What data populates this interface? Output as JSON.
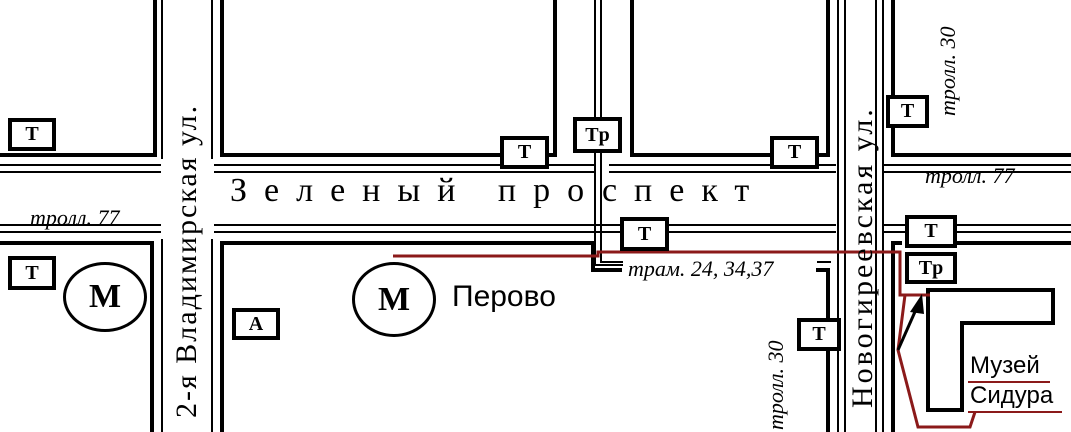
{
  "streets": {
    "prospekt": "Зеленый проспект",
    "vladimirskaya": "2-я Владимирская ул.",
    "novogireevskaya": "Новогиреевская ул."
  },
  "routes": {
    "troll77_left": "тролл. 77",
    "troll77_right": "тролл. 77",
    "troll30_top": "тролл. 30",
    "troll30_bottom": "тролл. 30",
    "tram": "трам. 24, 34,37"
  },
  "stops": {
    "tram_label": "Tр",
    "troll_label": "Т",
    "bus_label": "А"
  },
  "metro": {
    "symbol": "М",
    "station_name": "Перово"
  },
  "museum": {
    "line1": "Музей",
    "line2": "Сидура"
  },
  "colors": {
    "route_path": "#8b1a1a",
    "roads": "#000000"
  }
}
